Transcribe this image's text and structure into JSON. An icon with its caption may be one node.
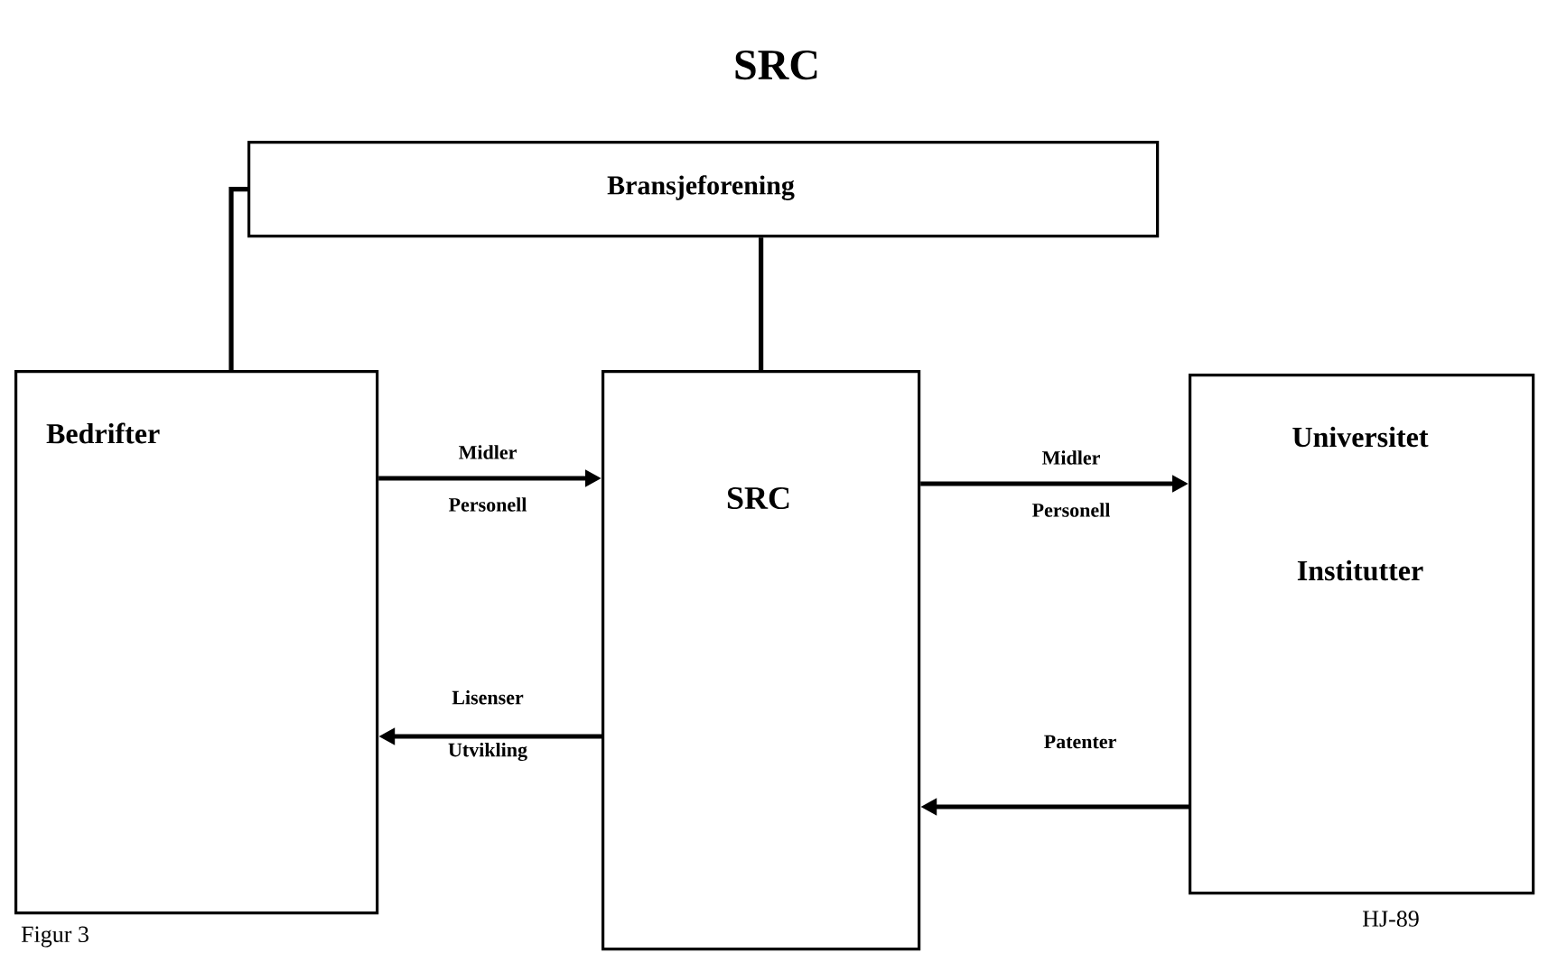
{
  "diagram": {
    "title": "SRC",
    "nodes": [
      {
        "text": [
          "Bransjeforening"
        ]
      },
      {
        "text": [
          "Bedrifter"
        ]
      },
      {
        "text": [
          "SRC"
        ]
      },
      {
        "text": [
          "Universitet",
          "Institutter"
        ]
      }
    ],
    "edges": [
      {
        "from": 0,
        "to": 1,
        "arrow": "none"
      },
      {
        "from": 0,
        "to": 2,
        "arrow": "none"
      },
      {
        "from": 1,
        "to": 2,
        "arrow": "to",
        "label": "Midler Personell"
      },
      {
        "from": 2,
        "to": 3,
        "arrow": "to",
        "label": "Midler Personell"
      },
      {
        "from": 3,
        "to": 2,
        "arrow": "to",
        "label": "Patenter"
      },
      {
        "from": 2,
        "to": 1,
        "arrow": "to",
        "label": "Lisenser Utvikling"
      }
    ],
    "labels": [
      "Figur 3",
      "HJ-89"
    ]
  }
}
